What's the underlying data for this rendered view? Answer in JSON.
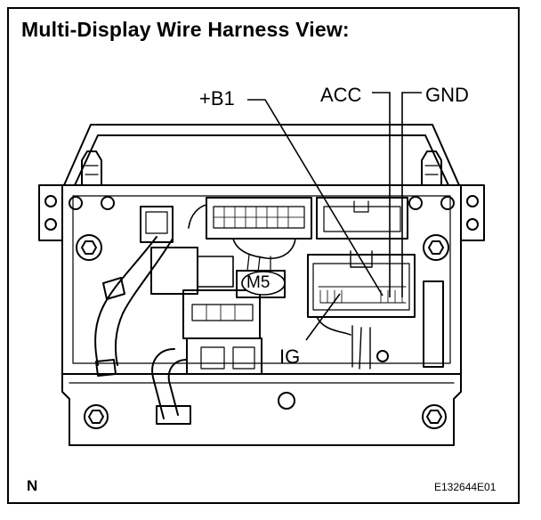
{
  "title": "Multi-Display Wire Harness View:",
  "callouts": {
    "b1": "+B1",
    "acc": "ACC",
    "gnd": "GND",
    "ig": "IG",
    "connector": "M5"
  },
  "footer": {
    "north": "N",
    "code": "E132644E01"
  }
}
